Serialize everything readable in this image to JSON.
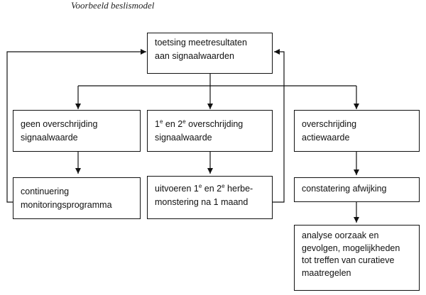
{
  "title": "Voorbeeld beslismodel",
  "nodes": {
    "top": {
      "line1": "toetsing meetresultaten",
      "line2": "aan signaalwaarden"
    },
    "geen": {
      "line1": "geen overschrijding",
      "line2": "signaalwaarde"
    },
    "signaal": {
      "l1_a": "1",
      "l1_sup_a": "e",
      "l1_b": " en 2",
      "l1_sup_b": "e",
      "l1_c": " overschrijding",
      "line2": "signaalwaarde"
    },
    "actie": {
      "line1": "overschrijding",
      "line2": "actiewaarde"
    },
    "continuering": {
      "line1": "continuering",
      "line2": "monitoringsprogramma"
    },
    "herbe": {
      "l1_a": "uitvoeren 1",
      "l1_sup_a": "e",
      "l1_b": " en 2",
      "l1_sup_b": "e",
      "l1_c": " herbe-",
      "line2": "monstering na 1 maand"
    },
    "constatering": {
      "line1": "constatering afwijking"
    },
    "analyse": {
      "line1": "analyse oorzaak en",
      "line2": "gevolgen, mogelijkheden",
      "line3": "tot treffen van curatieve",
      "line4": "maatregelen"
    }
  },
  "colors": {
    "stroke": "#111111",
    "background": "#ffffff"
  }
}
